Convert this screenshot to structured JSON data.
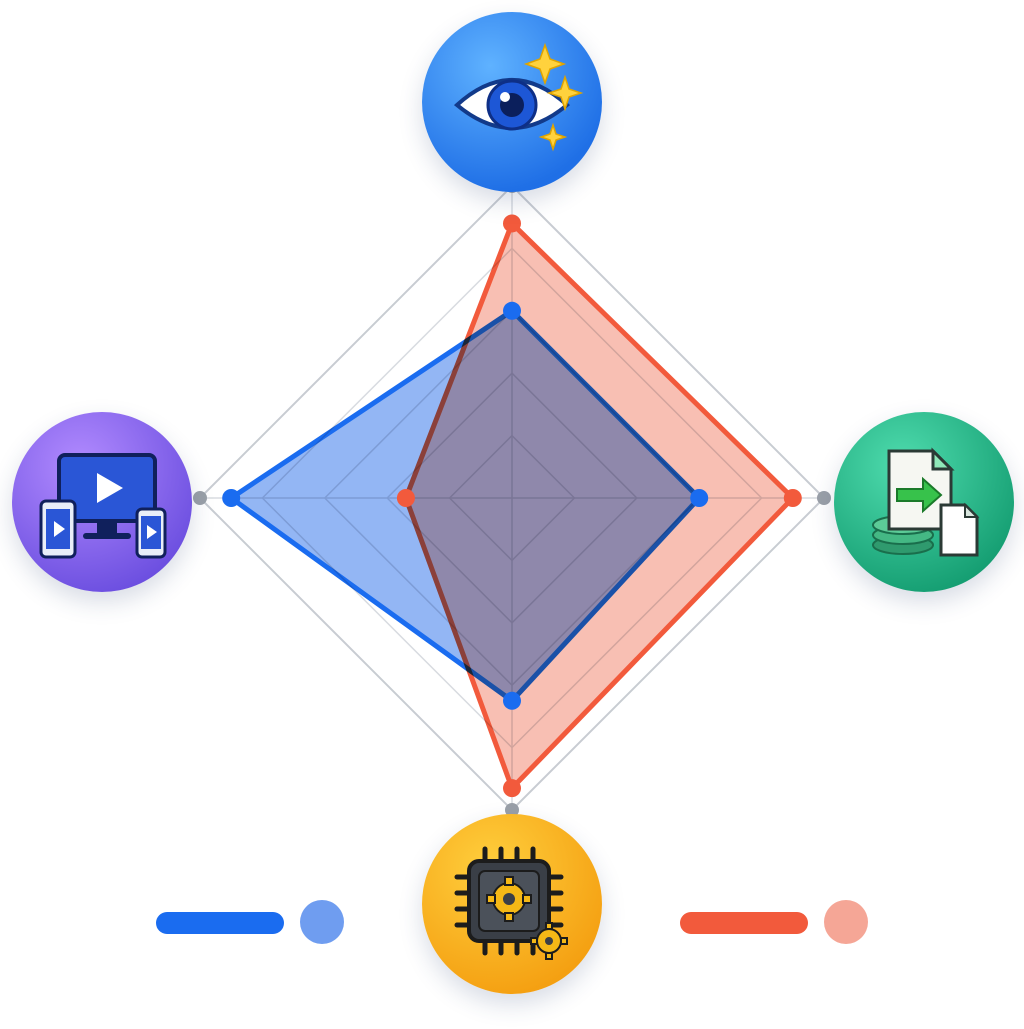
{
  "chart_data": {
    "type": "radar",
    "axes": [
      {
        "icon": "eye-sparkle-icon"
      },
      {
        "icon": "file-transfer-icon"
      },
      {
        "icon": "cpu-gear-icon"
      },
      {
        "icon": "multi-device-video-icon"
      }
    ],
    "range": [
      0,
      1
    ],
    "grid_levels": 5,
    "series": [
      {
        "color": "#1a6cf0",
        "fill": "#6f9df0",
        "values": [
          0.6,
          0.6,
          0.65,
          0.9
        ]
      },
      {
        "color": "#f25a3c",
        "fill": "#f5a696",
        "values": [
          0.88,
          0.9,
          0.93,
          0.34
        ]
      }
    ],
    "legend": {
      "placement": "bottom"
    }
  },
  "colors": {
    "axis": "#9aa0a8",
    "grid": "#d8dbe0",
    "outer": "#c8ccd2"
  }
}
